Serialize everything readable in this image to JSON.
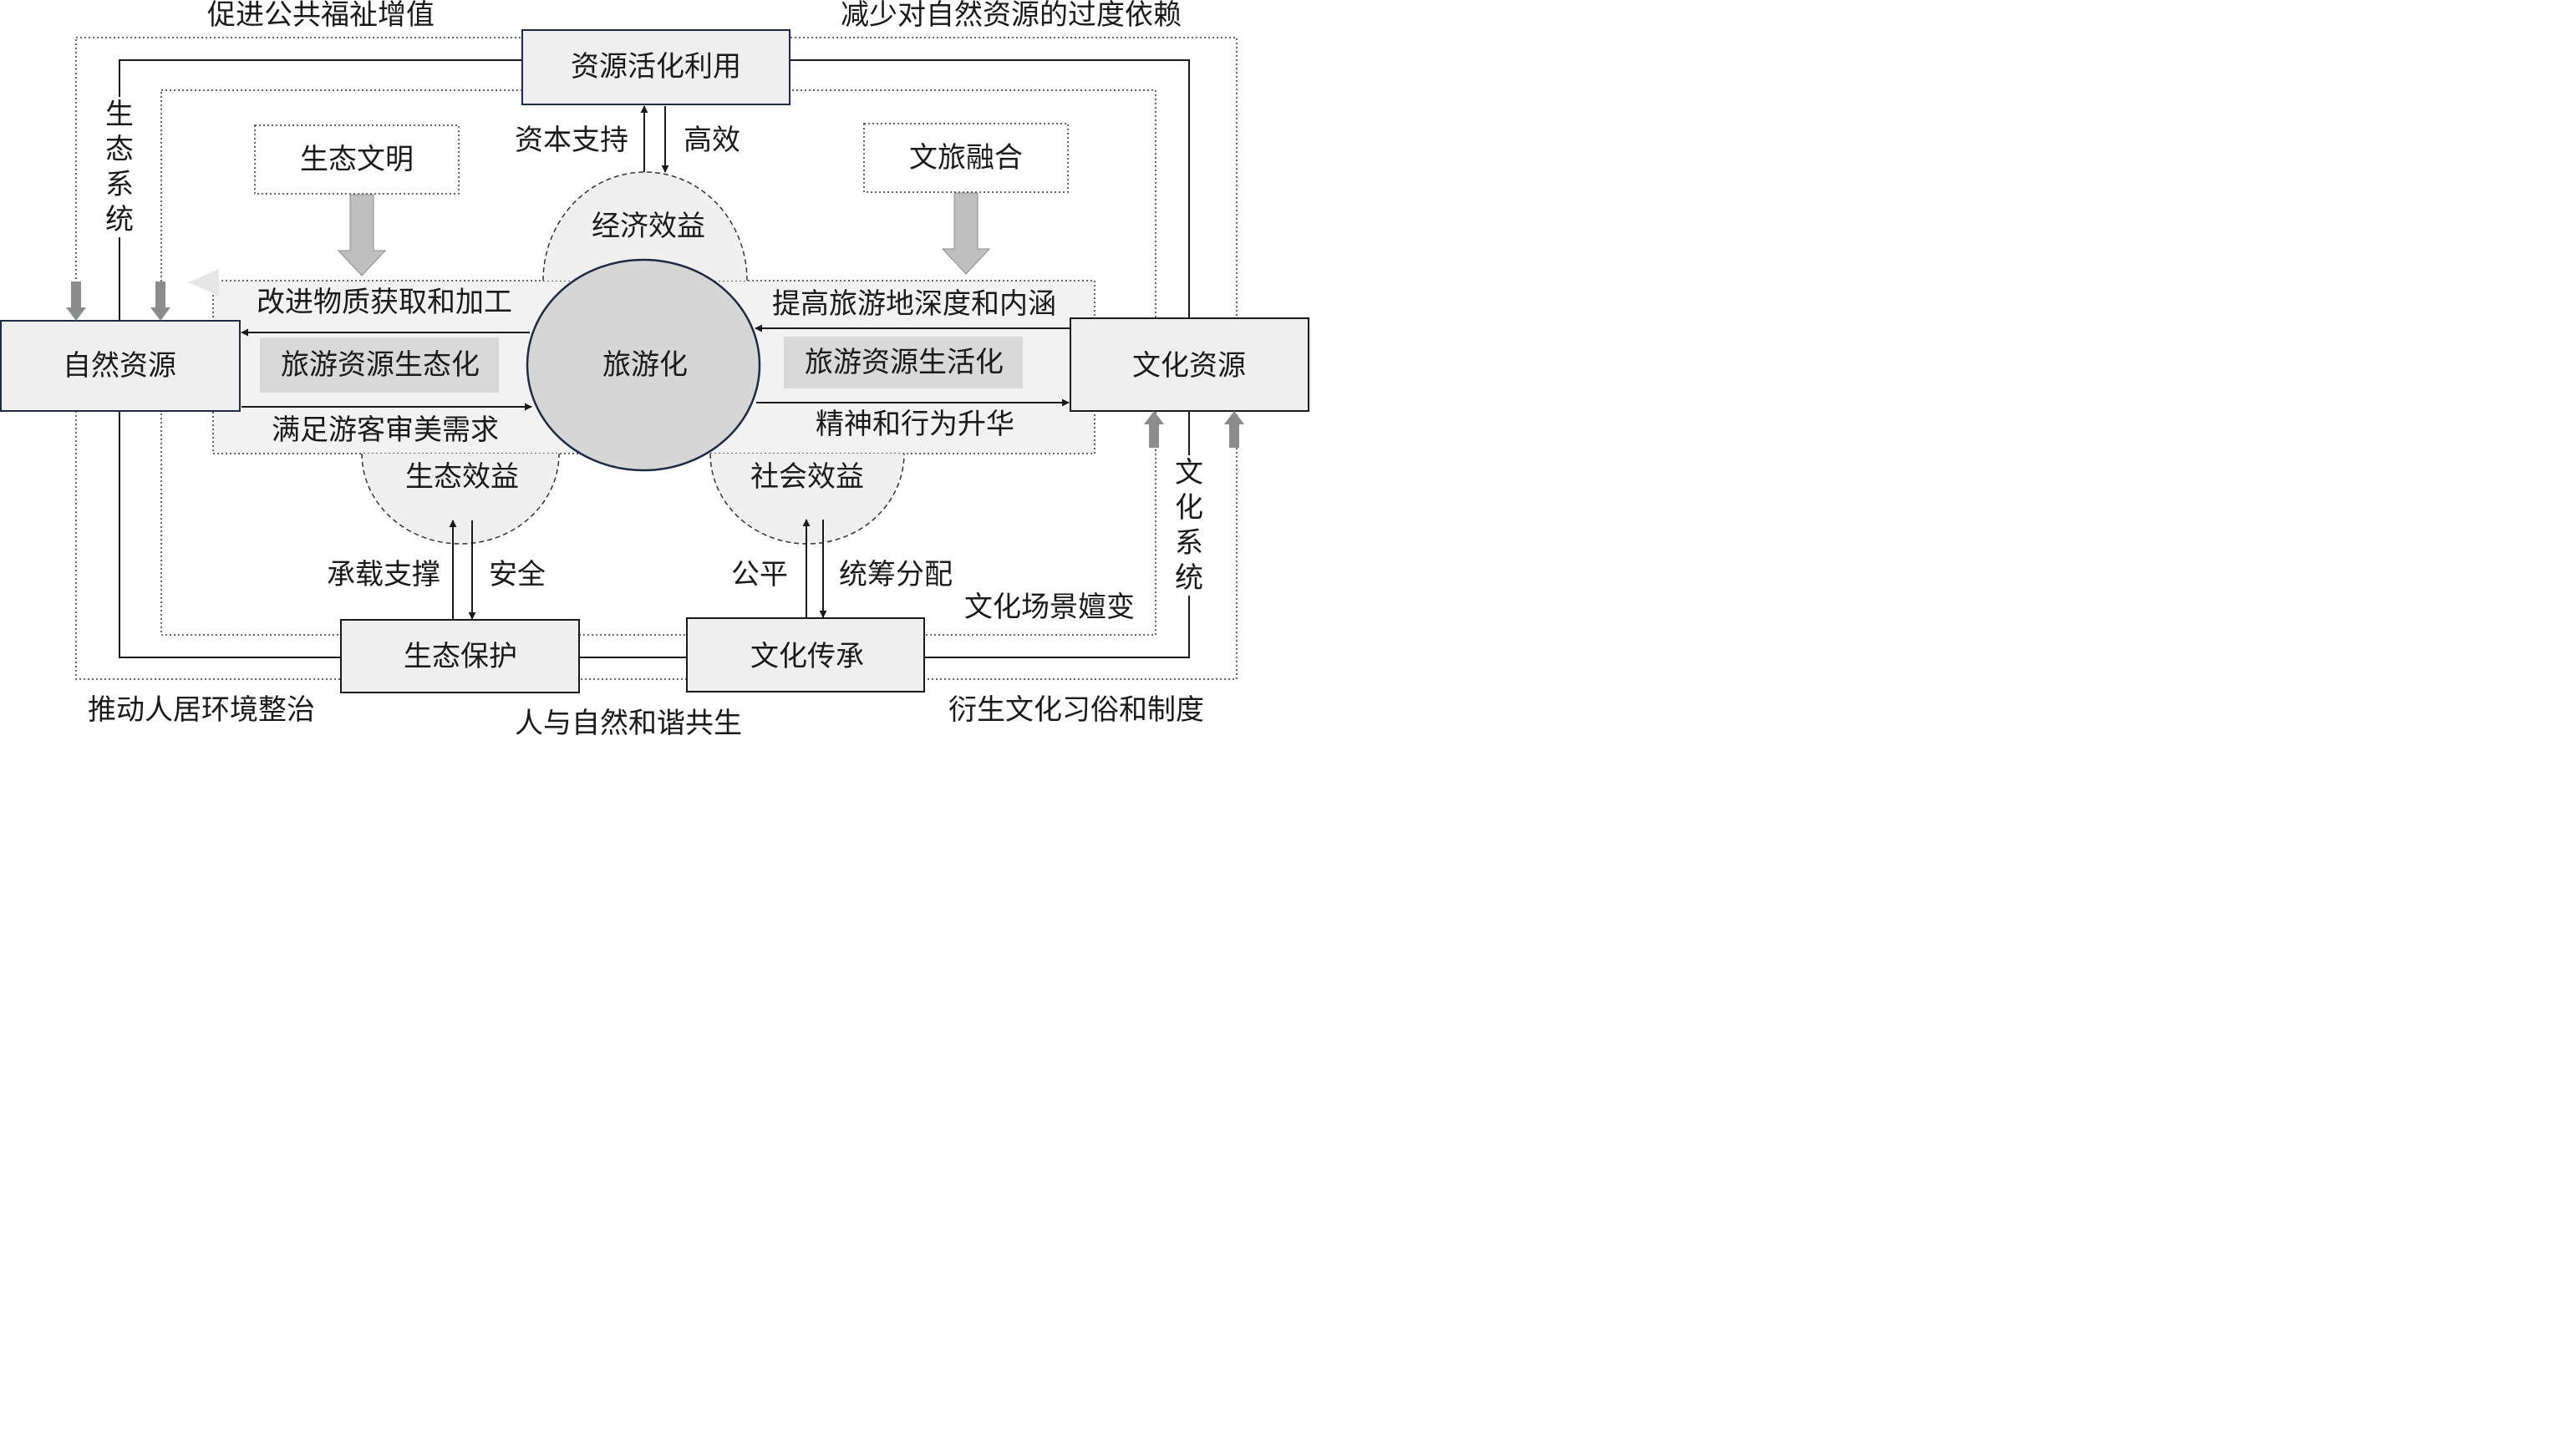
{
  "nodes": {
    "resource": "资源活化利用",
    "natural": "自然资源",
    "cultural": "文化资源",
    "tourism": "旅游化",
    "eco_protect": "生态保护",
    "culture_inherit": "文化传承",
    "eco_civ": "生态文明",
    "culture_tour": "文旅融合"
  },
  "benefits": {
    "economic": "经济效益",
    "ecological": "生态效益",
    "social": "社会效益"
  },
  "processes": {
    "left_box": "旅游资源生态化",
    "right_box": "旅游资源生活化"
  },
  "edges": {
    "capital": "资本支持",
    "efficient": "高效",
    "carrying": "承载支撑",
    "safety": "安全",
    "fair": "公平",
    "coordinate": "统筹分配",
    "improve_material": "改进物质获取和加工",
    "aesthetic": "满足游客审美需求",
    "depth": "提高旅游地深度和内涵",
    "spirit": "精神和行为升华"
  },
  "outer": {
    "top_left": "促进公共福祉增值",
    "top_right": "减少对自然资源的过度依赖",
    "bottom_left": "推动人居环境整治",
    "bottom_center": "人与自然和谐共生",
    "bottom_right": "衍生文化习俗和制度",
    "scene": "文化场景嬗变",
    "eco_system": "生态系统",
    "culture_system": "文化系统"
  },
  "colors": {
    "box_fill": "#efefef",
    "band_fill": "#f2f2f2",
    "gray_label": "#d9d9d9",
    "circle_fill": "#d6d6d6",
    "circle_stroke": "#1f2a44",
    "line": "#1a1a1a",
    "arrow_gray": "#8c8c8c"
  }
}
